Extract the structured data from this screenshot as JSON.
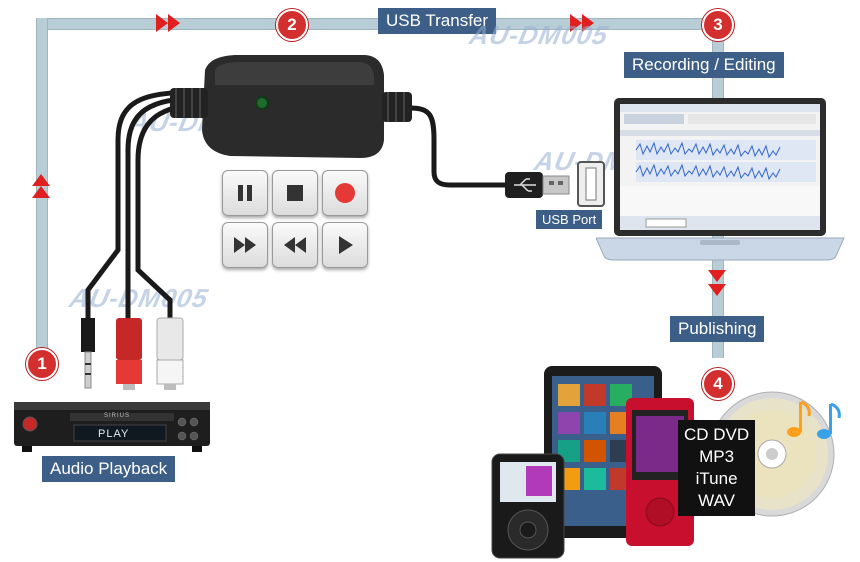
{
  "steps": {
    "one": "1",
    "two": "2",
    "three": "3",
    "four": "4"
  },
  "labels": {
    "usb_transfer": "USB Transfer",
    "recording_editing": "Recording / Editing",
    "publishing": "Publishing",
    "audio_playback": "Audio Playback",
    "usb_port": "USB Port"
  },
  "watermark": "AU-DM005",
  "player_display": "PLAY",
  "player_brand": "SIRIUS",
  "formats": [
    "CD DVD",
    "MP3",
    "iTune",
    "WAV"
  ],
  "controls": [
    "pause",
    "stop",
    "record",
    "fast-forward",
    "rewind",
    "play"
  ],
  "colors": {
    "accent_red": "#d32f2f",
    "label_blue": "#3d5e86",
    "pipe": "#b8cdd6"
  }
}
